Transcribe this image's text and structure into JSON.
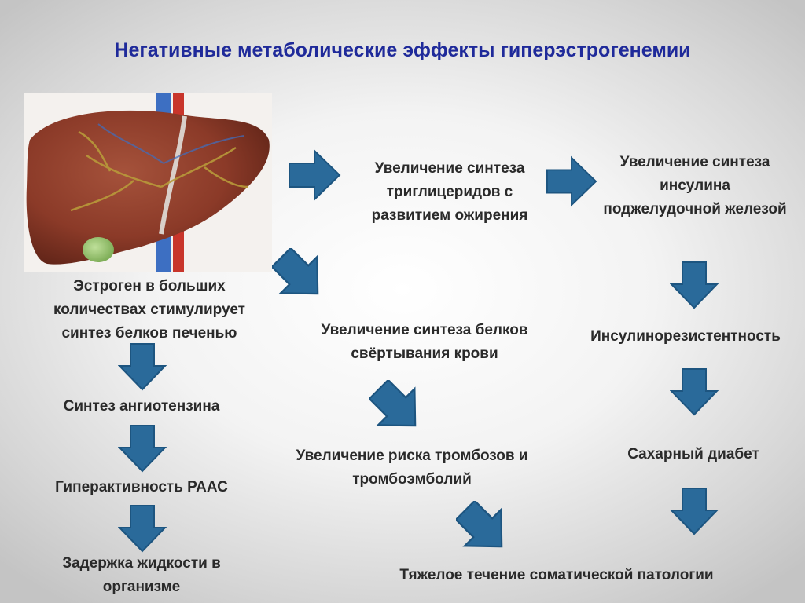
{
  "title": "Негативные метаболические эффекты гиперэстрогенемии",
  "nodes": {
    "estrogen": "Эстроген в больших количествах стимулирует синтез белков печенью",
    "angiotensin": "Синтез ангиотензина",
    "raas": "Гиперактивность РААС",
    "fluid": "Задержка жидкости в организме",
    "triglycerides": "Увеличение синтеза триглицеридов с развитием ожирения",
    "insulin": "Увеличение синтеза инсулина поджелудочной железой",
    "insulin_resistance": "Инсулинорезистентность",
    "diabetes": "Сахарный диабет",
    "clotting": "Увеличение синтеза белков свёртывания крови",
    "thrombosis": "Увеличение риска тромбозов и тромбоэмболий",
    "severe": "Тяжелое течение соматической патологии"
  },
  "colors": {
    "arrow": "#2a6a9a",
    "arrow_stroke": "#1d5580",
    "title": "#1f2a9a",
    "liver": "#8b3a28",
    "gallbladder": "#8fbf6a",
    "vein": "#3d6fc2",
    "artery": "#c8352b"
  },
  "image": "liver-illustration"
}
